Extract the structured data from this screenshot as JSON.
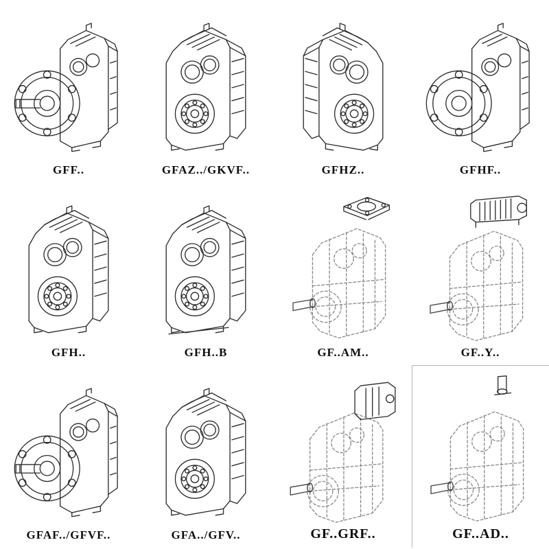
{
  "page": {
    "background": "#ffffff",
    "line_color": "#2b2b2b",
    "dashed_line_color": "#8a8a8a"
  },
  "catalog": {
    "description": "Parallel shaft helical gearbox model range, 4x3 grid of technical line drawings",
    "items": [
      {
        "label": "GFF..",
        "drawing": "flange-mounted-gearbox-with-output-shaft"
      },
      {
        "label": "GFAZ../GKVF..",
        "drawing": "shaft-mounted-gearbox-front-view"
      },
      {
        "label": "GFHZ..",
        "drawing": "hollow-shaft-gearbox-mirrored-view"
      },
      {
        "label": "GFHF..",
        "drawing": "flange-mounted-hollow-shaft-gearbox"
      },
      {
        "label": "GFH..",
        "drawing": "hollow-shaft-gearbox-front-view"
      },
      {
        "label": "GFH..B",
        "drawing": "hollow-shaft-gearbox-with-base"
      },
      {
        "label": "GF..AM..",
        "drawing": "gearbox-with-top-motor-flange-dashed"
      },
      {
        "label": "GF..Y..",
        "drawing": "gearbox-with-mounted-motor-dashed"
      },
      {
        "label": "GFAF../GFVF..",
        "drawing": "flange-mounted-gearbox-with-output-shaft"
      },
      {
        "label": "GFA../GFV..",
        "drawing": "shaft-mounted-gearbox-front-view"
      },
      {
        "label": "GF..GRF..",
        "drawing": "gearbox-with-input-gear-unit-dashed"
      },
      {
        "label": "GF..AD..",
        "drawing": "gearbox-with-input-shaft-adapter-dashed"
      }
    ]
  }
}
